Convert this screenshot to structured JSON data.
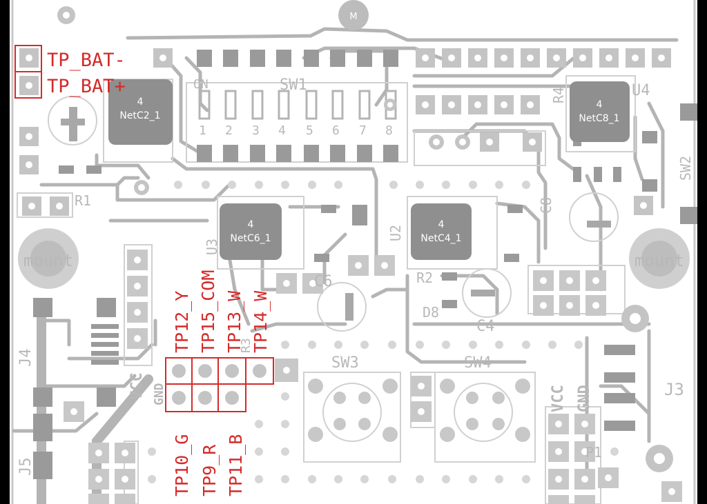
{
  "board": {
    "colors": {
      "background": "#ffffff",
      "copper": "#b4b4b4",
      "silkscreen": "#c8c8c8",
      "highlight": "#d42a2a",
      "chip": "#8f8f8f",
      "border": "#000000"
    },
    "chips": [
      {
        "pin": "4",
        "net": "NetC2_1"
      },
      {
        "pin": "4",
        "net": "NetC8_1"
      },
      {
        "pin": "4",
        "net": "NetC6_1"
      },
      {
        "pin": "4",
        "net": "NetC4_1"
      }
    ],
    "test_points_top": {
      "neg": "TP_BAT-",
      "pos": "TP_BAT+"
    },
    "test_points": {
      "tp12": "TP12_Y",
      "tp15": "TP15_COM",
      "tp13": "TP13_W",
      "tp14": "TP14_W",
      "tp10": "TP10_G",
      "tp9": "TP9_R",
      "tp11": "TP11_B"
    },
    "silkscreen": {
      "sw1": "SW1",
      "on": "ON",
      "switch_numbers": [
        "1",
        "2",
        "3",
        "4",
        "5",
        "6",
        "7",
        "8"
      ],
      "u4": "U4",
      "r4": "R4",
      "sw2": "SW2",
      "r1": "R1",
      "sw3": "SW3",
      "sw4": "SW4",
      "j4": "J4",
      "j5": "J5",
      "j3": "J3",
      "vcc_left": "VCC",
      "gnd_left": "GND",
      "vcc_right": "VCC",
      "gnd_right": "GND",
      "mount_left": "mount",
      "mount_right": "mount",
      "u3": "U3",
      "u2": "U2",
      "c6": "C6",
      "c4": "C4",
      "d8": "D8",
      "r2": "R2",
      "r3": "R3",
      "c8": "C8",
      "m": "M",
      "p1": "P1"
    }
  }
}
